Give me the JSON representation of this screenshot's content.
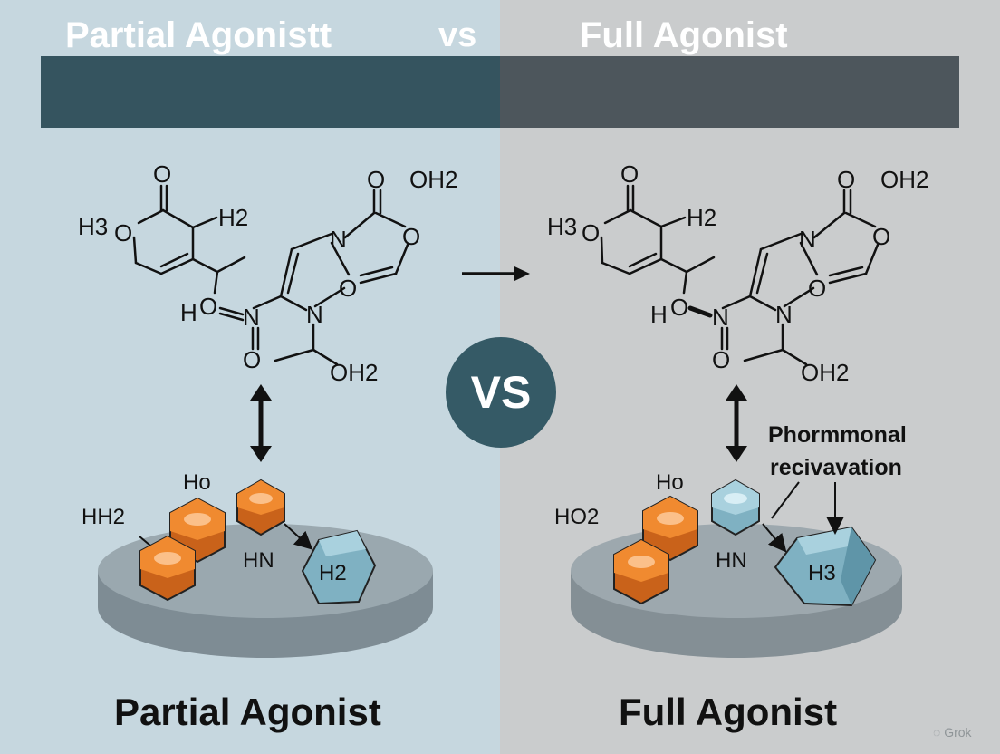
{
  "header": {
    "left_title": "Partial Agonistt",
    "vs_text": "vs",
    "right_title": "Full Agonist"
  },
  "center_badge": "VS",
  "left_panel": {
    "structure_labels": {
      "o_top": "O",
      "h3": "H3",
      "o_ring": "O",
      "h2": "H2",
      "o_carbonyl": "O",
      "oh2_top": "OH2",
      "n_top": "N",
      "o_right": "O",
      "o_small": "O",
      "n_mid": "N",
      "h_left": "H",
      "o_link": "O",
      "n_link": "N",
      "o_bottom": "O",
      "oh2_bottom": "OH2"
    },
    "receptor_labels": [
      "HH2",
      "Ho",
      "HN",
      "H2"
    ],
    "bottom_label": "Partial Agonist"
  },
  "right_panel": {
    "structure_labels": {
      "o_top": "O",
      "h3": "H3",
      "o_ring": "O",
      "h2": "H2",
      "o_carbonyl": "O",
      "oh2_top": "OH2",
      "n_top": "N",
      "o_right": "O",
      "o_small": "O",
      "n_mid": "N",
      "h_left": "H",
      "o_link": "O",
      "n_link": "N",
      "o_bottom": "O",
      "oh2_bottom": "OH2"
    },
    "receptor_labels": [
      "HO2",
      "Ho",
      "HN",
      "H3"
    ],
    "annotation_line1": "Phormmonal",
    "annotation_line2": "recivavation",
    "bottom_label": "Full Agonist"
  },
  "watermark": "Grok",
  "colors": {
    "title_left": "#35545f",
    "title_right": "#4d565c",
    "badge": "#355a66",
    "hexagon_orange": "#e8802a",
    "hexagon_blue": "#8fb9c9",
    "platform": "#8f9ea6"
  }
}
